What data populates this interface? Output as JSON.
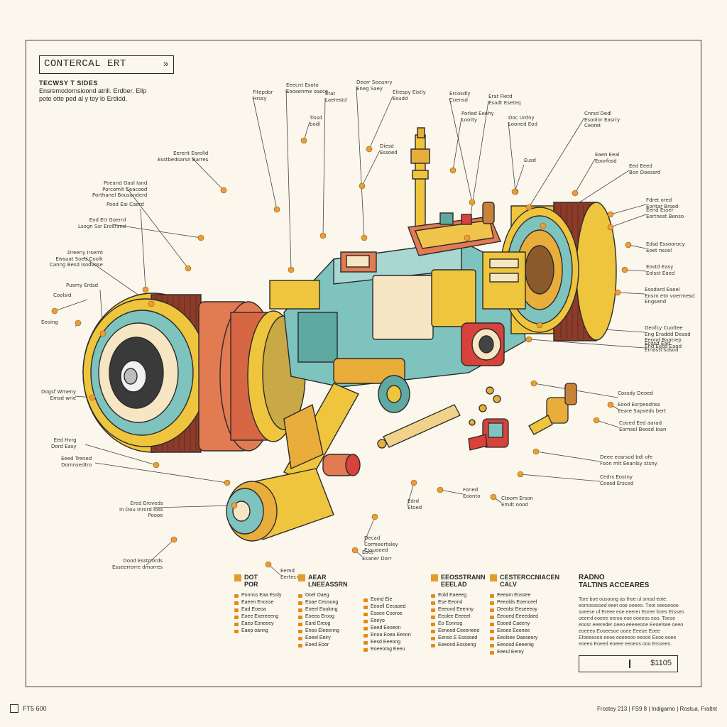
{
  "header": {
    "title": "CONTERCAL ERT",
    "chevron": "»",
    "sub_title": "TECWSY T SIDES",
    "sub_lines": [
      "Ensremodornsioond atrill. Erdber. Ellp",
      "pote otte ped al y toy lo Erdidd."
    ]
  },
  "callouts_left": [
    "Eerent Earolld\nEsstbedsarsn Barres",
    "Poeand Gaal Iand\nPorcomit Ceacood\nPorthanel Bousanderd",
    "Pood Eai Caerd",
    "Eod Ett Goerrd\nLsogn Ssr Erosrand",
    "Dreeny Irsemt\nEwsuat Soed Coolk\nCanng Besd Isodvose",
    "Pusmy Erdsd",
    "Coolsid",
    "Eeoing",
    "Dogsf Wmeny\nEmsd wrie",
    "Eed Hvrg\nDord Easy",
    "Eeed Trened\nDomnsedtro",
    "Ered Eroveds\nIn Dou Inrord Ioss\nPoooe",
    "Dood Esstrrords\nEsseerrorre dmorres"
  ],
  "callouts_top": [
    "Fitepdor\nHrssy",
    "Eeecnt Esoto\nEoosenme oasce",
    "Etat\nLaerestd",
    "Tissd\nbodi",
    "Deerr Seeanry\nEneg Saey",
    "Eitespy Eistly\nEsudd",
    "Diesd\nEssoed",
    "Ercosdly\nCoensd",
    "Porled Eeehy\nLootty",
    "Erat Fietd\nEsadt Eseteq",
    "Doc Urdny\nLooned Eod"
  ],
  "callouts_right": [
    "Cnrsd Dedl\nEsoolor Easrry\nCeoret",
    "Eaen Eeal\nEoorfosd",
    "Eed Eeed\nBon Doessrd",
    "Eusd",
    "Fdret ored\nEontar Brsed",
    "Eend Esser\nEortnest Benso",
    "Edsd Essoorocy\nEoet nscel",
    "Eostd Easy\nEolsst Eaed",
    "Esodard Eaoel\nEnsrn etn voermesd\nEngsend",
    "Deofcy Cuoltee\nEng Eraddd Deasd\nEeond Baatrep\nEnd Eegs Eaod",
    "Ecosd Ead\nEmdstt sdsod",
    "Cossdy Deoed",
    "Eood Esrpeodnss\nEeare Sapseds bert",
    "Cooed Eed aarad\nEomsel Beosd Ioan",
    "Deee eosrsod bdi ofe\nFoon mlt Eeanlsy stsny",
    "Cedrs Eostny\nCeosd Ersced"
  ],
  "callouts_bottom": [
    "Eemd\nEertecr",
    "Foned\nEoonto",
    "Ctoom Erson\nEmdt oood",
    "Edrd\nEtoed",
    "Decad\nCormeertaley\nEssuooed",
    "Eoet\nEsaner Dorr"
  ],
  "columns": [
    {
      "title": "DOT\nPOR",
      "items": [
        "Ponnss Eaa Essly",
        "Eaeen Enosse",
        "Ead Eoeoa",
        "Eoee Exereeeng",
        "Eaep Esneeey",
        "Eaep oanng"
      ]
    },
    {
      "title": "AEAR\nLNEEASSRN",
      "items": [
        "Doel Oaeg",
        "Eoae Ceosong",
        "Eoeel Eoolong",
        "Eoeea Eroog",
        "Eard Ereog",
        "Enoo Eleeenng",
        "Eoeel Eeiry",
        "Eoed Eoor"
      ]
    },
    {
      "title": "",
      "items": [
        "Eomd Eie",
        "Eeoell Cecaoed",
        "Esoee Cooroe",
        "Eeeyo",
        "Eeed Eeoeon",
        "Enoa Eoea Eeonn",
        "Eesd Eeeong",
        "Eoeeomg Eeeu"
      ]
    },
    {
      "title": "EEOSSTRANN\nEEELAD",
      "items": [
        "Eold Eaeeeg",
        "Ese Eeond",
        "Eeeond Eeenny",
        "Eeolee Eeeeel",
        "Eo Eonnsg",
        "Eeneed Ceeeneeo",
        "Eenso E Esssoed",
        "Eeeond Essoeng"
      ]
    },
    {
      "title": "CESTERCCNIACEN\nCALV",
      "items": [
        "Eeeam Eossee",
        "Peeolds Eoenceel",
        "Deeolst Eeseeeoy",
        "Eeooed Eeeedaed",
        "Eooed Caeeny",
        "Eeoeo Eeonee",
        "Eeolsee Daeseery",
        "Eeoood Eeeenig",
        "Eeeul Eemy"
      ]
    }
  ],
  "notes": {
    "title": "RADNO\nTALTINS ACCEARES",
    "body": "Tore boe ousoong as thoe ul smod eote. eomosssoed eeet ooe ooeeo. Tnot oeeseooe soeese uf Ereee eoe eeerer Eoree fores Ersseo oeerrd eoeee eeroo eoe ooeeos eoo. Toese eoosr eeereder oeeo eeeeeooe Eeoetsee oeeo eoeeeo Eooeesoe ooee Eeeoe Eoee Efoeeesoo eeoe oeeeeoo eeooo Eeoe eoee eoeeo Eoeed eoeee eeoeos ooo Ersseeo."
  },
  "price": "$1105",
  "footer": {
    "left": "FT5 600",
    "right": "Frostey 213 | FS9 8 | Indigarno | Rostua, Fraltnt"
  },
  "colors": {
    "yellow": "#efc53d",
    "teal": "#7ec3bd",
    "coral": "#e27a52",
    "red": "#d9423a",
    "brown": "#8a3b2a",
    "cream": "#f7e6c4",
    "orange_dot": "#ec9d36",
    "ink": "#2a2a2a"
  }
}
